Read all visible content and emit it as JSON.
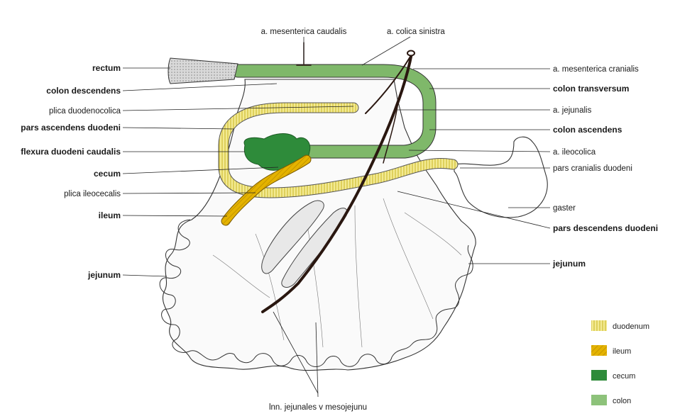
{
  "labels": {
    "mesenterica_caudalis": "a. mesenterica caudalis",
    "colica_sinistra": "a. colica sinistra",
    "rectum": "rectum",
    "colon_descendens": "colon descendens",
    "plica_duodenocolica": "plica duodenocolica",
    "pars_ascendens": "pars ascendens duodeni",
    "flexura": "flexura duodeni caudalis",
    "cecum": "cecum",
    "plica_ileocecalis": "plica ileocecalis",
    "ileum": "ileum",
    "jejunum_left": "jejunum",
    "mesenterica_cranialis": "a. mesenterica cranialis",
    "colon_transversum": "colon transversum",
    "jejunalis": "a. jejunalis",
    "colon_ascendens": "colon ascendens",
    "ileocolica": "a. ileocolica",
    "pars_cranialis": "pars cranialis duodeni",
    "gaster": "gaster",
    "pars_descendens": "pars descendens duodeni",
    "jejunum_right": "jejunum",
    "lnn": "lnn. jejunales v mesojejunu"
  },
  "legend": [
    {
      "label": "duodenum",
      "swatch": "duodenum",
      "color": "#e8e07a"
    },
    {
      "label": "ileum",
      "swatch": "ileum",
      "color": "#e6b400"
    },
    {
      "label": "cecum",
      "swatch": "cecum",
      "color": "#2f8a3a"
    },
    {
      "label": "colon",
      "swatch": "colon",
      "color": "#8dc27a"
    }
  ],
  "colors": {
    "duodenum": "#efe68a",
    "ileum": "#e4b300",
    "cecum": "#2e8b3a",
    "colon": "#7fb86a",
    "artery": "#2a1710"
  }
}
